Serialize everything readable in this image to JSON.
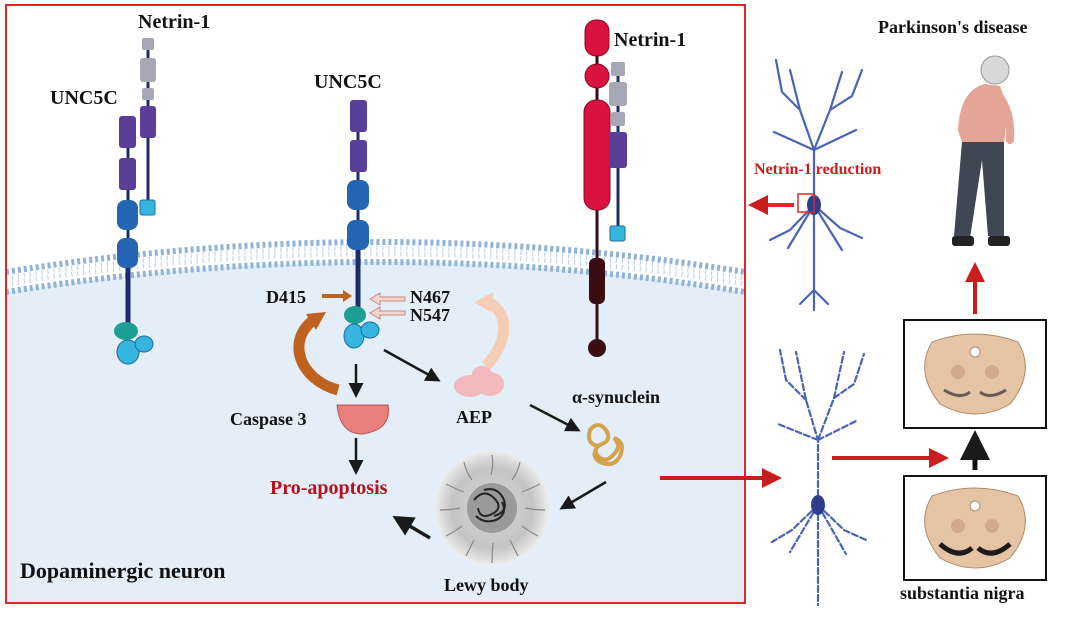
{
  "labels": {
    "netrin_left": "Netrin-1",
    "unc5c_left": "UNC5C",
    "unc5c_mid": "UNC5C",
    "netrin_right": "Netrin-1",
    "d415": "D415",
    "n467": "N467",
    "n547": "N547",
    "caspase3": "Caspase 3",
    "aep": "AEP",
    "alpha_synuclein": "α-synuclein",
    "pro_apoptosis": "Pro-apoptosis",
    "lewy_body": "Lewy body",
    "dopaminergic_neuron": "Dopaminergic neuron",
    "netrin_reduction": "Netrin-1 reduction",
    "parkinsons": "Parkinson's disease",
    "substantia_nigra": "substantia nigra"
  },
  "colors": {
    "frame_red": "#e0262b",
    "arrow_red": "#c81e1e",
    "cell_fill": "#e3eef9",
    "membrane_blue": "#8fb3d8",
    "unc5c_purple": "#5a3f98",
    "unc5c_blue": "#2466b3",
    "netrin_gray": "#a7a7b5",
    "netrin_red": "#d9123f",
    "teal": "#1f9e93",
    "cyan": "#36b6de",
    "orange_brown": "#c0621f",
    "pink_enzyme": "#f2b9bd",
    "caspase_salmon": "#e9807d",
    "synuclein_gold": "#d4a24c",
    "neuron_blue": "#4a63b5",
    "midbrain_tan": "#e5c4a6"
  },
  "icons": [
    "netrin-1-ligand",
    "unc5c-receptor",
    "caspase-3-enzyme",
    "aep-enzyme",
    "alpha-synuclein-aggregate",
    "lewy-body",
    "healthy-neuron",
    "degenerating-neuron",
    "midbrain-section",
    "parkinsons-patient"
  ]
}
